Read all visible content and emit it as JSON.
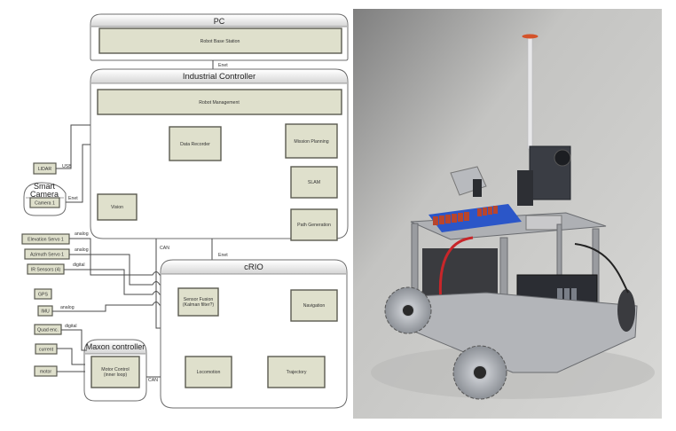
{
  "diagram": {
    "pc": {
      "title": "PC",
      "modules": {
        "base_station": "Robot Base Station"
      }
    },
    "link_pc_ic": "Enet",
    "industrial_controller": {
      "title": "Industrial Controller",
      "modules": {
        "robot_management": "Robot Management",
        "data_recorder": "Data Recorder",
        "mission_planning": "Mission Planning",
        "slam": "SLAM",
        "vision": "Vision",
        "path_generation": "Path Generation"
      }
    },
    "peripherals_top": {
      "lidar": "LIDAR",
      "lidar_link": "USB",
      "smart_camera_title_1": "Smart",
      "smart_camera_title_2": "Camera",
      "camera_1": "Camera 1",
      "camera_link": "Enet"
    },
    "link_ic_crio_can": "CAN",
    "link_ic_crio_enet": "Enet",
    "peripherals_mid": {
      "elevation_servo": "Elevation Servo 1",
      "elevation_link": "analog",
      "azimuth_servo": "Azimuth Servo 1",
      "azimuth_link": "analog",
      "ir_sensors": "IR Sensors (4)",
      "ir_link": "digital",
      "gps": "GPS",
      "imu": "IMU",
      "imu_link": "analog"
    },
    "crio": {
      "title": "cRIO",
      "modules": {
        "sensor_fusion_1": "Sensor Fusion",
        "sensor_fusion_2": "(Kalman filter?)",
        "navigation": "Navigation",
        "locomotion": "Locomotion",
        "trajectory": "Trajectory"
      }
    },
    "maxon": {
      "title": "Maxon controller",
      "module_1": "Motor Control",
      "module_2": "(inner loop)",
      "quad_enc": "Quad enc.",
      "quad_link": "digital",
      "current": "current",
      "motor": "motor",
      "link_crio": "CAN"
    }
  },
  "photo": {
    "subject": "mecanum-wheel mobile robot with camera mast",
    "colors": {
      "background": "#c9c9c7",
      "floor": "#d5d5d3",
      "frame": "#9a9ca0",
      "board_blue": "#2b56c8",
      "terminals": "#b8452d",
      "cable_red": "#c8262a",
      "wheel": "#a9acb0",
      "box_dark": "#2b2d33",
      "mast_cap": "#d4532a"
    }
  }
}
